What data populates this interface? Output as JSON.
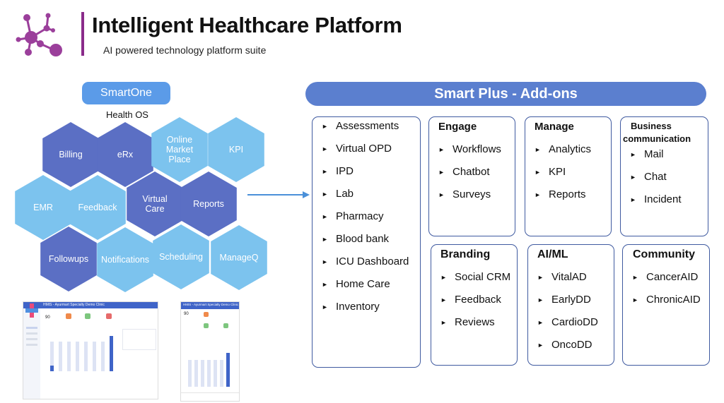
{
  "header": {
    "title": "Intelligent Healthcare Platform",
    "subtitle": "AI powered  technology platform suite",
    "accent_color": "#8a2b8a",
    "logo_icon": "molecule-network-icon"
  },
  "smartone": {
    "label": "SmartOne",
    "caption": "Health OS",
    "dark_hex_color": "#5b6fc4",
    "light_hex_color": "#7cc3ee",
    "hexes": [
      {
        "label": "Billing",
        "shade": "dark"
      },
      {
        "label": "eRx",
        "shade": "dark"
      },
      {
        "label": "Online Market Place",
        "shade": "light"
      },
      {
        "label": "KPI",
        "shade": "light"
      },
      {
        "label": "EMR",
        "shade": "light"
      },
      {
        "label": "Feedback",
        "shade": "light"
      },
      {
        "label": "Virtual Care",
        "shade": "dark"
      },
      {
        "label": "Reports",
        "shade": "dark"
      },
      {
        "label": "Followups",
        "shade": "dark"
      },
      {
        "label": "Notifications",
        "shade": "light"
      },
      {
        "label": "Scheduling",
        "shade": "light"
      },
      {
        "label": "ManageQ",
        "shade": "light"
      }
    ]
  },
  "smartplus": {
    "banner": "Smart Plus - Add-ons",
    "core_list": [
      "Assessments",
      "Virtual OPD",
      "IPD",
      "Lab",
      "Pharmacy",
      "Blood bank",
      "ICU Dashboard",
      "Home Care",
      "Inventory"
    ],
    "groups": [
      {
        "title": "Engage",
        "items": [
          "Workflows",
          "Chatbot",
          "Surveys"
        ]
      },
      {
        "title": "Manage",
        "items": [
          "Analytics",
          "KPI",
          "Reports"
        ]
      },
      {
        "title": "Business communication",
        "items": [
          "Mail",
          "Chat",
          "Incident"
        ]
      },
      {
        "title": "Branding",
        "items": [
          "Social CRM",
          "Feedback",
          "Reviews"
        ]
      },
      {
        "title": "AI/ML",
        "items": [
          "VitalAD",
          "EarlyDD",
          "CardioDD",
          "OncoDD"
        ]
      },
      {
        "title": "Community",
        "items": [
          "CancerAID",
          "ChronicAID"
        ]
      }
    ]
  },
  "screenshots": {
    "desktop_title": "HMIS - Ayurmart Specialty Demo Clinic",
    "mobile_title": "HMIS - Ayurmart Specialty Demo Clinic",
    "desktop_stat": "90",
    "mobile_stat": "90"
  }
}
